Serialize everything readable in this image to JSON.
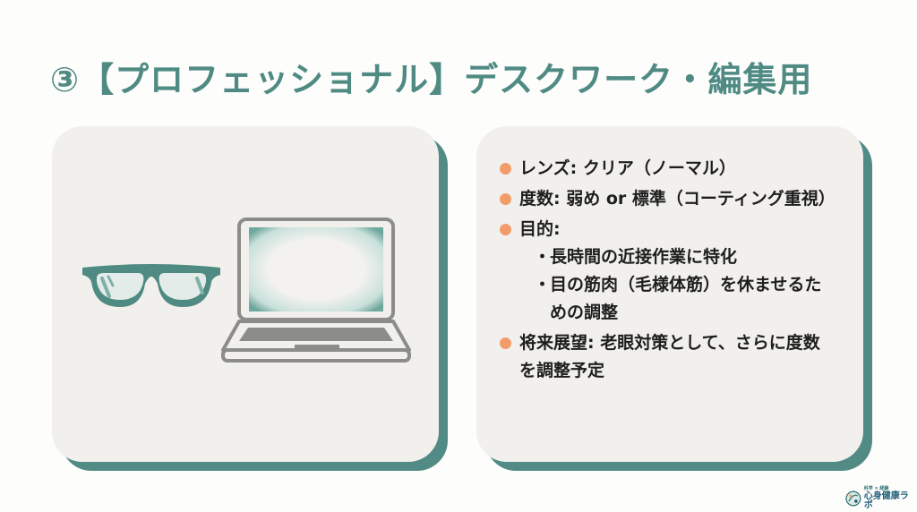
{
  "title": "③【プロフェッショナル】デスクワーク・編集用",
  "colors": {
    "accent": "#4f8a83",
    "card_bg": "#f1f0ed",
    "card_shadow": "#528b85",
    "bullet": "#f39c6b",
    "text": "#1e1e1e"
  },
  "illustration": {
    "items": [
      {
        "icon": "eyeglasses-icon"
      },
      {
        "icon": "laptop-icon"
      }
    ]
  },
  "details": {
    "items": [
      {
        "label": "レンズ: クリア（ノーマル）"
      },
      {
        "label": "度数: 弱め or 標準（コーティング重視）"
      },
      {
        "label": "目的:",
        "subitems": [
          {
            "label": "長時間の近接作業に特化"
          },
          {
            "label": "目の筋肉（毛様体筋）を休ませるための調整"
          }
        ]
      },
      {
        "label": "将来展望: 老眼対策として、さらに度数を調整予定"
      }
    ],
    "sub_bullet": "・"
  },
  "logo": {
    "tagline": "科学 × 経験",
    "name": "心身健康ラボ"
  }
}
